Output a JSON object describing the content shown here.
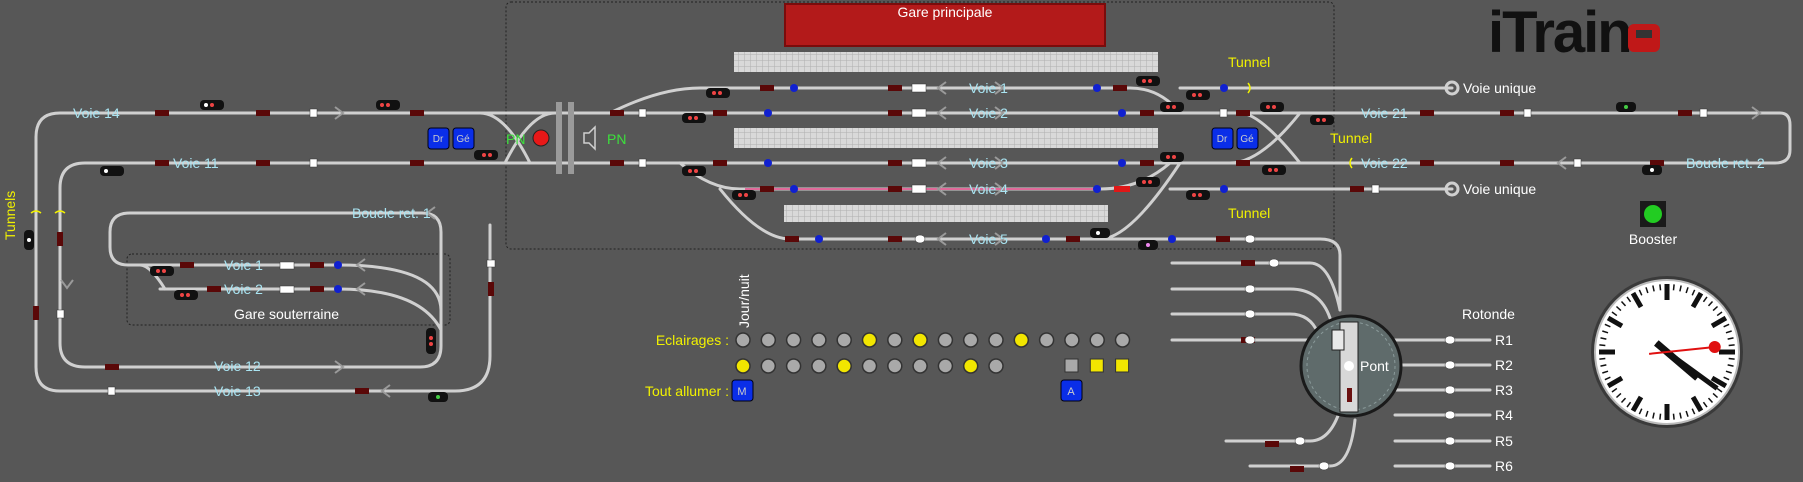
{
  "app": {
    "logo_text": "iTrain"
  },
  "stations": {
    "main": "Gare principale",
    "underground": "Gare souterraine",
    "roundhouse": "Rotonde",
    "bridge": "Pont"
  },
  "tracks": {
    "voie1": "Voie 1",
    "voie2": "Voie 2",
    "voie3": "Voie 3",
    "voie4": "Voie 4",
    "voie5": "Voie 5",
    "voie11": "Voie 11",
    "voie12": "Voie 12",
    "voie13": "Voie 13",
    "voie14": "Voie 14",
    "voie21": "Voie 21",
    "voie22": "Voie 22",
    "under1": "Voie 1",
    "under2": "Voie 2",
    "single1": "Voie unique",
    "single2": "Voie unique",
    "loop1": "Boucle ret. 1",
    "loop2": "Boucle ret. 2",
    "tunnels": "Tunnels",
    "tunnel_a": "Tunnel",
    "tunnel_b": "Tunnel",
    "tunnel_c": "Tunnel",
    "pn_left": "PN",
    "pn_right": "PN"
  },
  "roundhouse_tracks": [
    "R1",
    "R2",
    "R3",
    "R4",
    "R5",
    "R6"
  ],
  "buttons": {
    "dr_left": "Dr",
    "ge_left": "Gé",
    "dr_right": "Dr",
    "ge_right": "Gé",
    "all_on": "M",
    "all_off": "A"
  },
  "lights": {
    "label": "Eclairages :",
    "all_on_label": "Tout allumer :",
    "day_night": "Jour/nuit",
    "row1": [
      "off",
      "off",
      "off",
      "off",
      "off",
      "on",
      "off",
      "on",
      "off",
      "off",
      "off",
      "on",
      "off",
      "off",
      "off",
      "off"
    ],
    "row2": [
      "on",
      "off",
      "off",
      "off",
      "on",
      "off",
      "off",
      "off",
      "off",
      "on",
      "off"
    ],
    "squares": [
      "off",
      "on",
      "on"
    ]
  },
  "booster": {
    "label": "Booster",
    "status": "on"
  },
  "clock": {
    "hour": 4,
    "minute": 21,
    "second": 14
  },
  "colors": {
    "background": "#575757",
    "track": "#d0d0d0",
    "label_track": "#a9e4f2",
    "label_yellow": "#f2f200",
    "label_green": "#3ce03c",
    "button_blue": "#0a2ee8",
    "station_red": "#b31a1a"
  }
}
